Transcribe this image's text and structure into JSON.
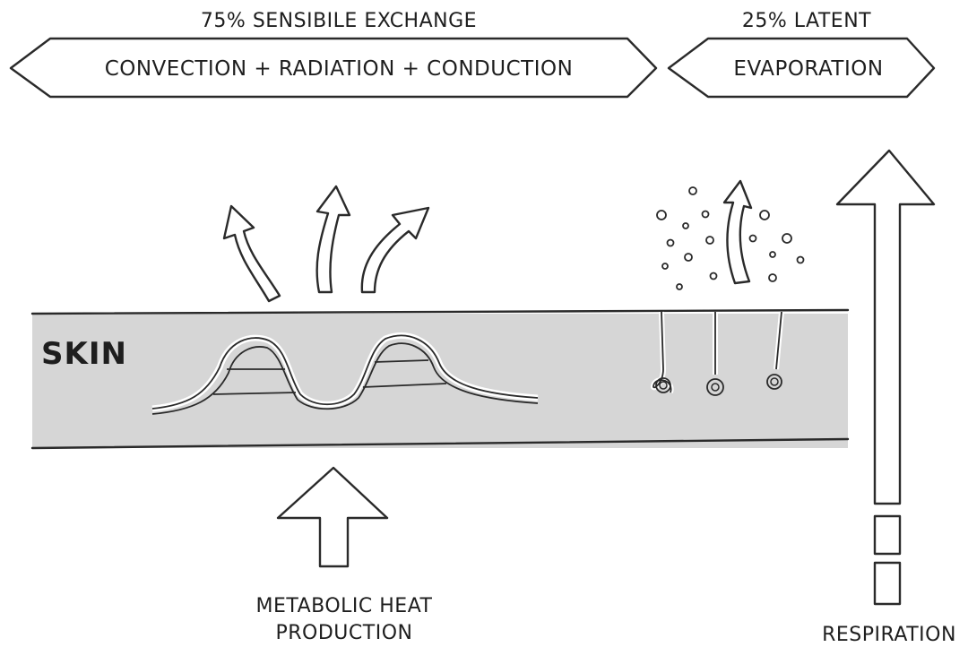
{
  "sensible": {
    "heading": "75% SENSIBILE EXCHANGE",
    "banner": "CONVECTION + RADIATION + CONDUCTION"
  },
  "latent": {
    "heading": "25% LATENT",
    "banner": "EVAPORATION"
  },
  "skin": {
    "label": "SKIN",
    "color": "#d6d6d6"
  },
  "metabolic": {
    "line1": "METABOLIC HEAT",
    "line2": "PRODUCTION"
  },
  "respiration": {
    "label": "RESPIRATION"
  },
  "icons": [
    "arrow-up-icon",
    "curved-arrow-icon",
    "droplet-icon",
    "sweat-gland-icon",
    "blood-vessel-icon"
  ]
}
